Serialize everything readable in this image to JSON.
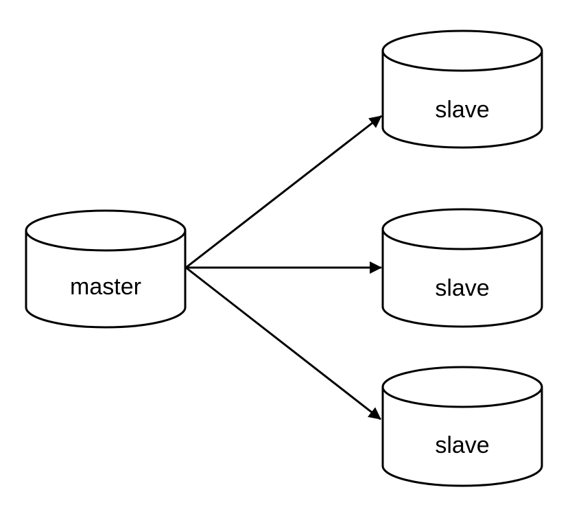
{
  "diagram": {
    "type": "database-replication-topology",
    "colors": {
      "background": "#ffffff",
      "node_fill": "#ffffff",
      "node_stroke": "#000000",
      "arrow": "#000000",
      "label_text": "#000000"
    },
    "nodes": [
      {
        "id": "master",
        "label": "master",
        "shape": "database-cylinder"
      },
      {
        "id": "slave-1",
        "label": "slave",
        "shape": "database-cylinder"
      },
      {
        "id": "slave-2",
        "label": "slave",
        "shape": "database-cylinder"
      },
      {
        "id": "slave-3",
        "label": "slave",
        "shape": "database-cylinder"
      }
    ],
    "edges": [
      {
        "from": "master",
        "to": "slave-1",
        "style": "solid-arrow"
      },
      {
        "from": "master",
        "to": "slave-2",
        "style": "solid-arrow"
      },
      {
        "from": "master",
        "to": "slave-3",
        "style": "solid-arrow"
      }
    ]
  }
}
